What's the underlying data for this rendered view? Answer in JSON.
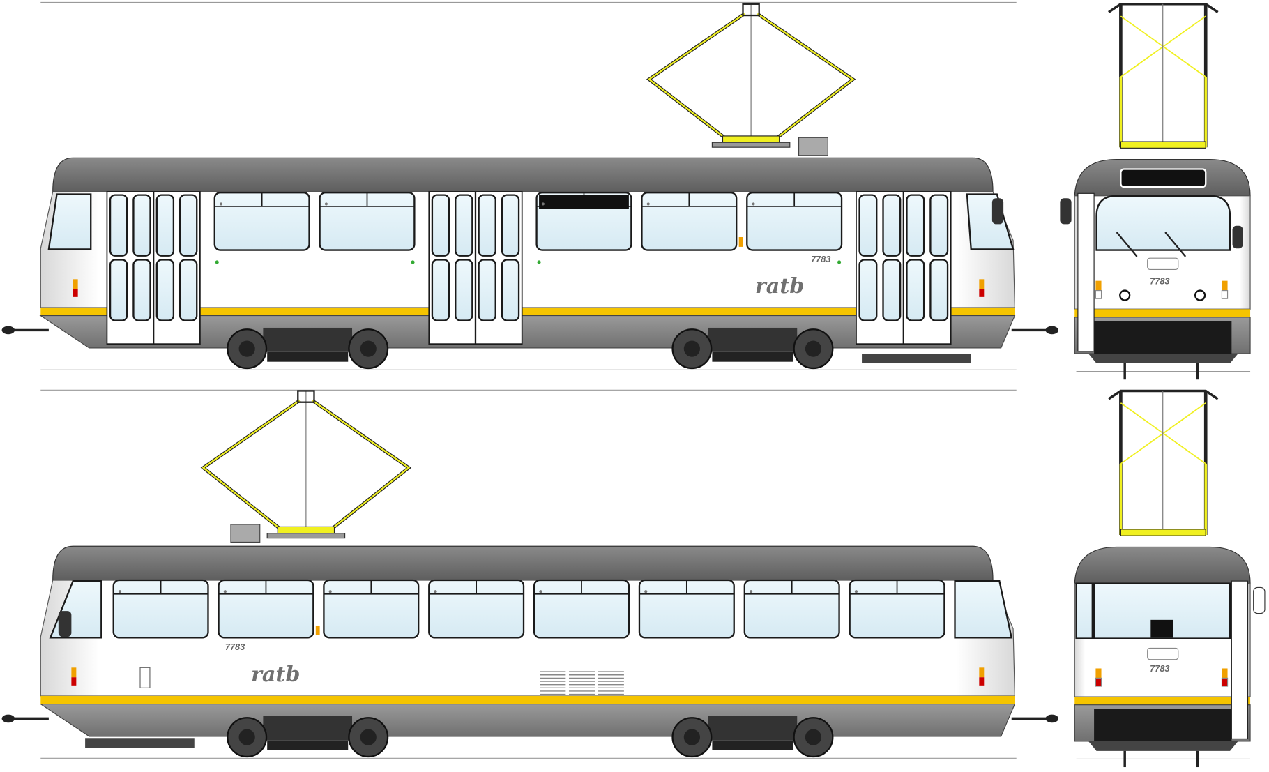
{
  "drawing": {
    "fleet_number": "7783",
    "operator_logo": "ratb",
    "views": [
      {
        "name": "side-view-door-side",
        "fleet_number": "7783",
        "logo": "ratb"
      },
      {
        "name": "front-view",
        "fleet_number": "7783"
      },
      {
        "name": "side-view-window-side",
        "fleet_number": "7783",
        "logo": "ratb"
      },
      {
        "name": "rear-view",
        "fleet_number": "7783"
      }
    ]
  },
  "colors": {
    "roof": "#6e6e6e",
    "body": "#f4f4f4",
    "stripe": "#f5c400",
    "skirt": "#8a8a8a",
    "glass": "#e2f1f8",
    "pantograph": "#f0f020",
    "outline": "#1a1a1a"
  }
}
